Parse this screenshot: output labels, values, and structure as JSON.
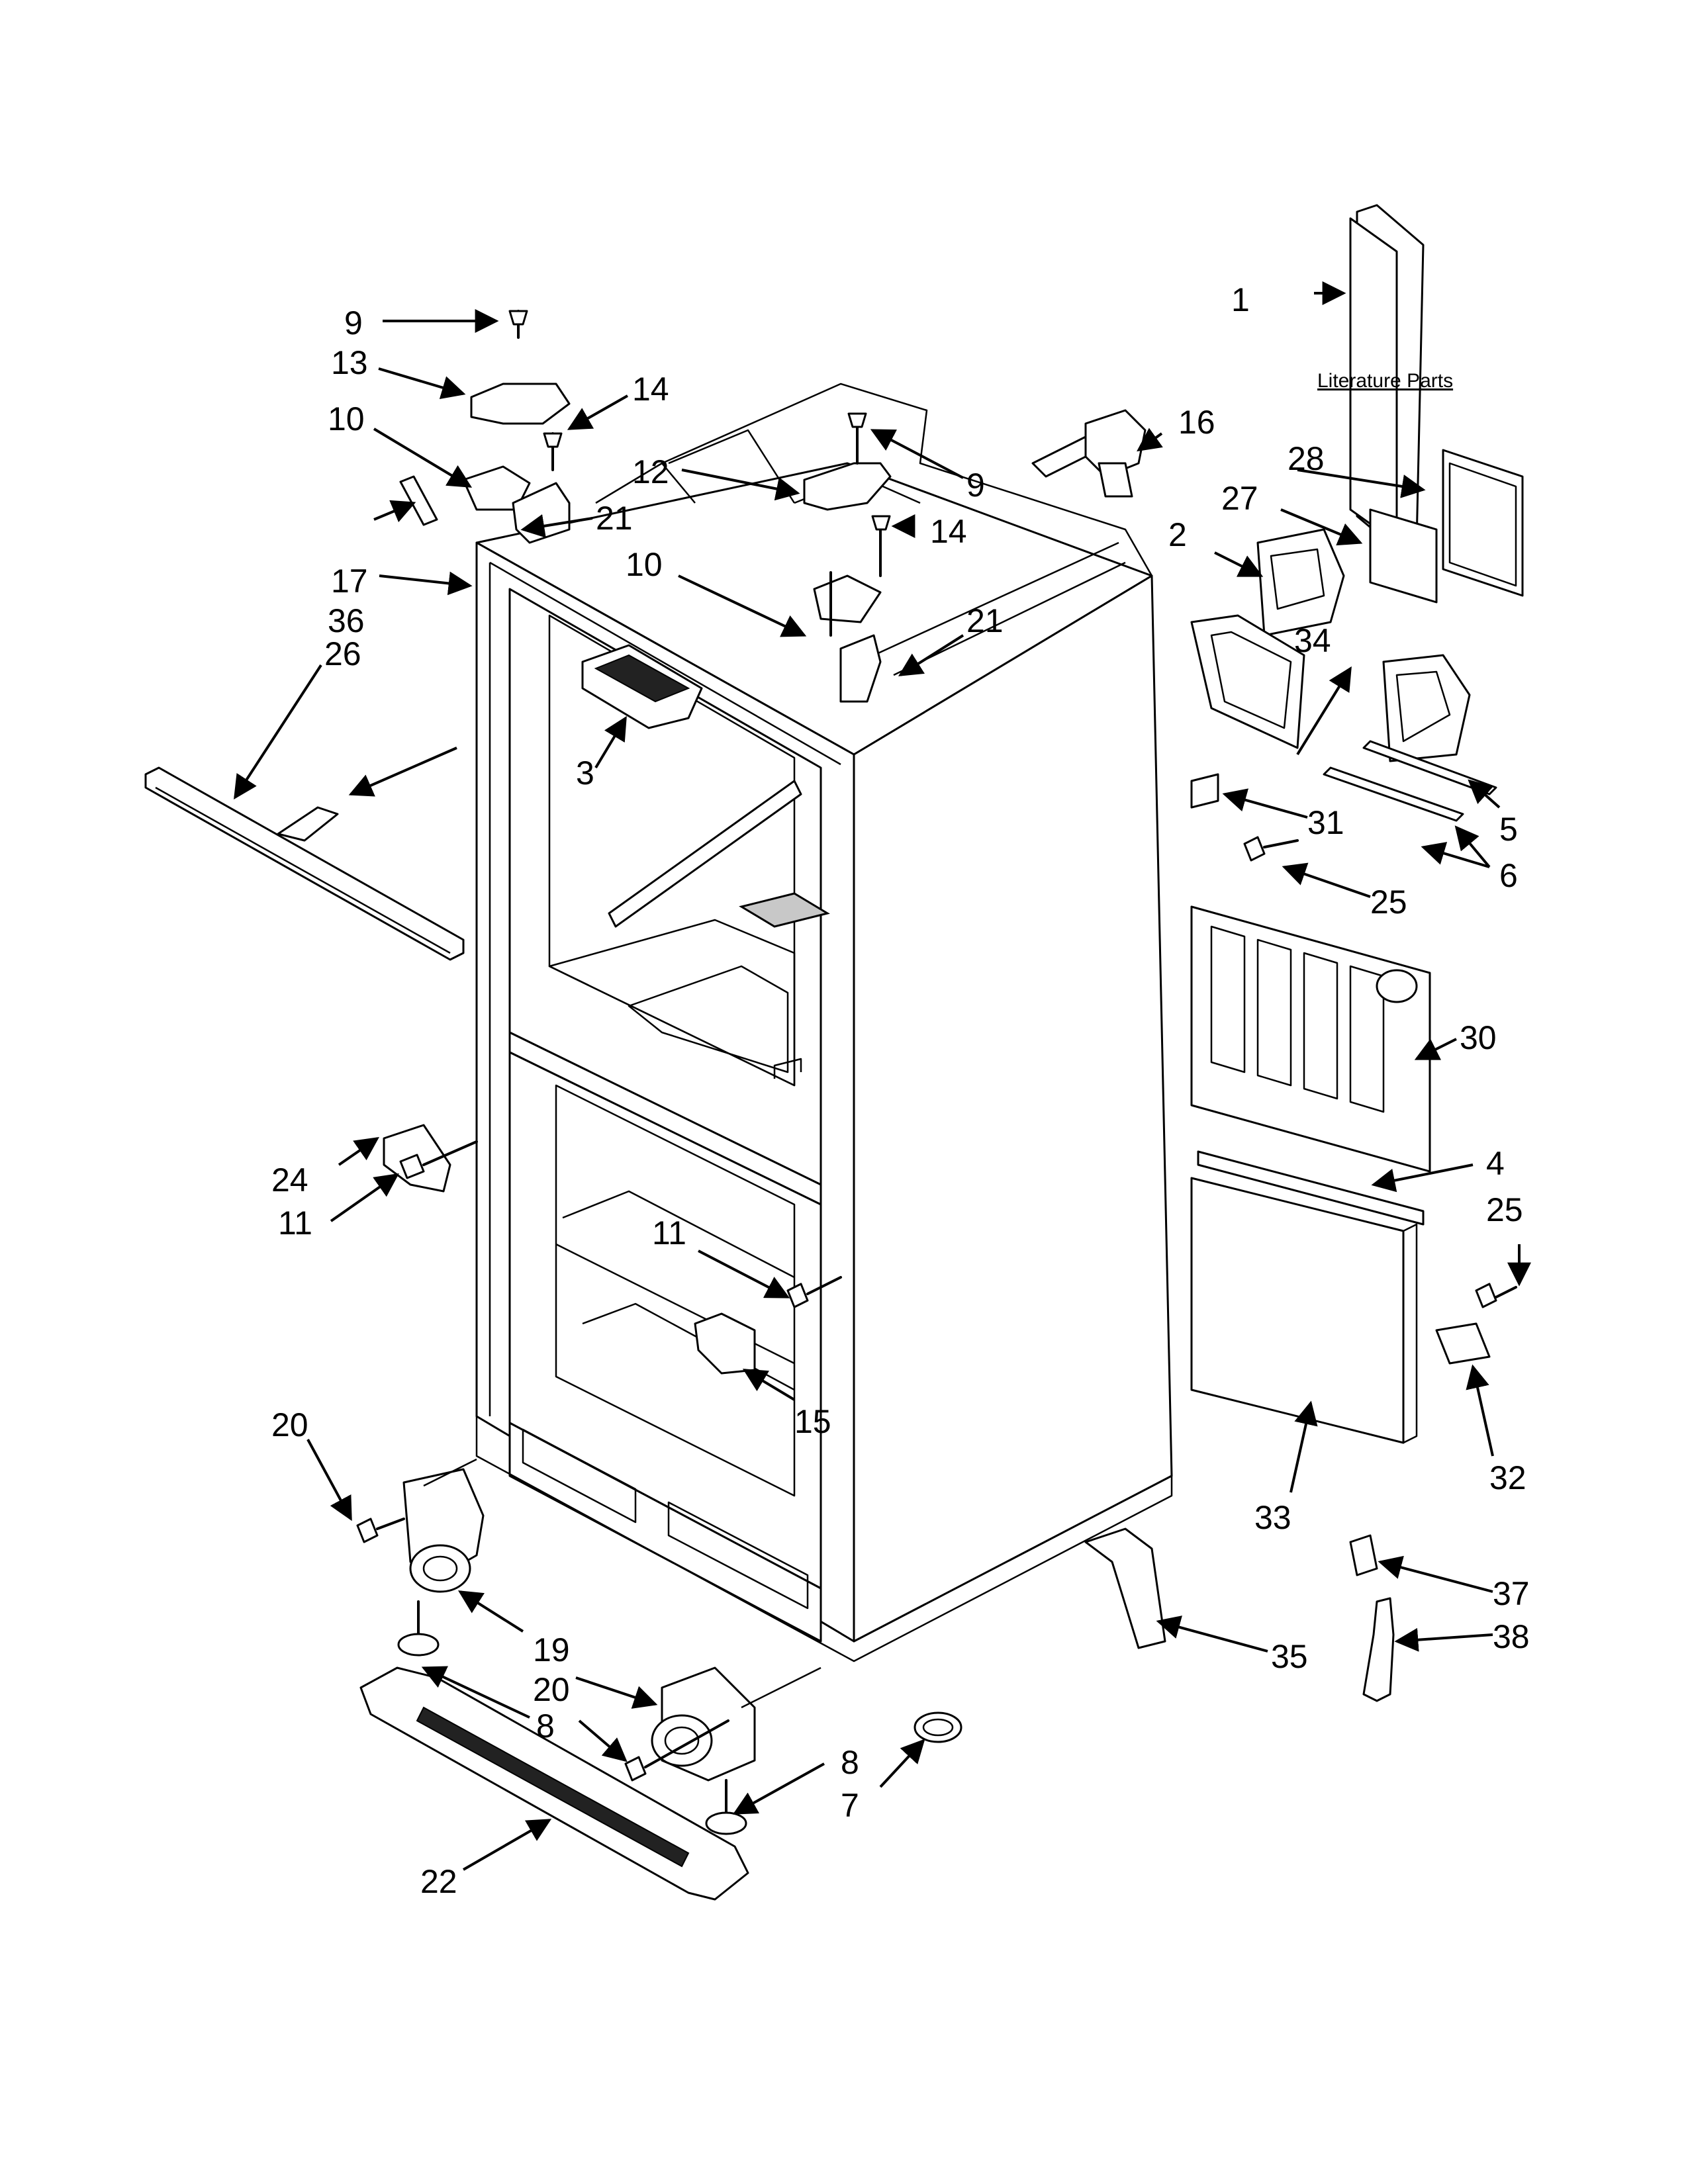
{
  "literature_caption": "Literature Parts",
  "callouts": {
    "c1": "1",
    "c2": "2",
    "c3": "3",
    "c4": "4",
    "c5": "5",
    "c6": "6",
    "c7": "7",
    "c8a": "8",
    "c8b": "8",
    "c9a": "9",
    "c9b": "9",
    "c10a": "10",
    "c10b": "10",
    "c11a": "11",
    "c11b": "11",
    "c12": "12",
    "c13": "13",
    "c14a": "14",
    "c14b": "14",
    "c15": "15",
    "c16": "16",
    "c17": "17",
    "c19": "19",
    "c20a": "20",
    "c20b": "20",
    "c21a": "21",
    "c21b": "21",
    "c22": "22",
    "c24": "24",
    "c25a": "25",
    "c25b": "25",
    "c26": "26",
    "c27": "27",
    "c28": "28",
    "c30": "30",
    "c31": "31",
    "c32": "32",
    "c33": "33",
    "c34": "34",
    "c35": "35",
    "c36": "36",
    "c37": "37",
    "c38": "38"
  }
}
